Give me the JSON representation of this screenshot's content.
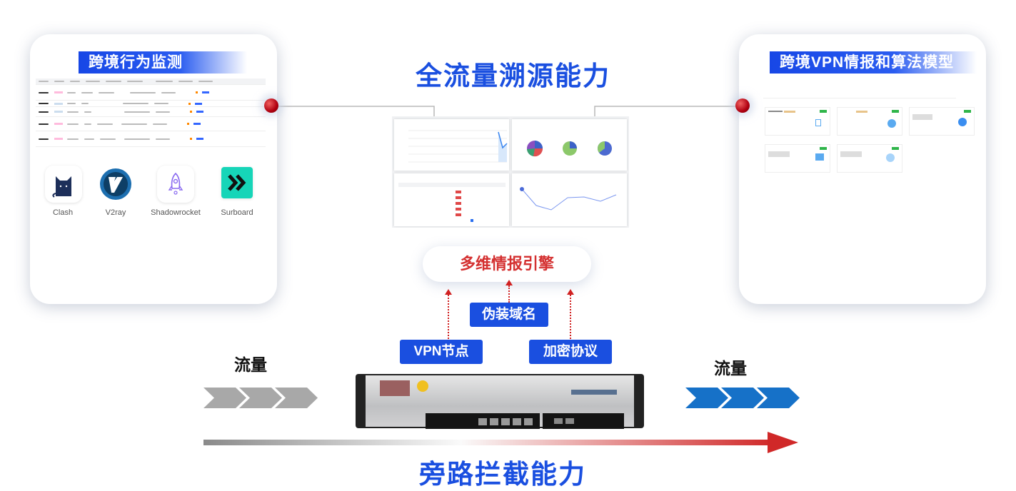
{
  "titles": {
    "top": "全流量溯源能力",
    "bottom": "旁路拦截能力"
  },
  "left_card": {
    "title": "跨境行为监测",
    "apps": [
      {
        "label": "Clash",
        "icon": "clash-cat-icon"
      },
      {
        "label": "V2ray",
        "icon": "v2ray-icon"
      },
      {
        "label": "Shadowrocket",
        "icon": "rocket-icon"
      },
      {
        "label": "Surboard",
        "icon": "surboard-chevrons-icon"
      }
    ]
  },
  "right_card": {
    "title": "跨境VPN情报和算法模型"
  },
  "engine": {
    "label": "多维情报引擎"
  },
  "sources": {
    "domain": "伪装域名",
    "vpn": "VPN节点",
    "protocol": "加密协议"
  },
  "flow": {
    "left": "流量",
    "right": "流量"
  },
  "colors": {
    "brand_blue": "#1a4fe0",
    "accent_red": "#d02020",
    "flow_blue": "#1671c8",
    "flow_gray": "#a8a8a8"
  }
}
